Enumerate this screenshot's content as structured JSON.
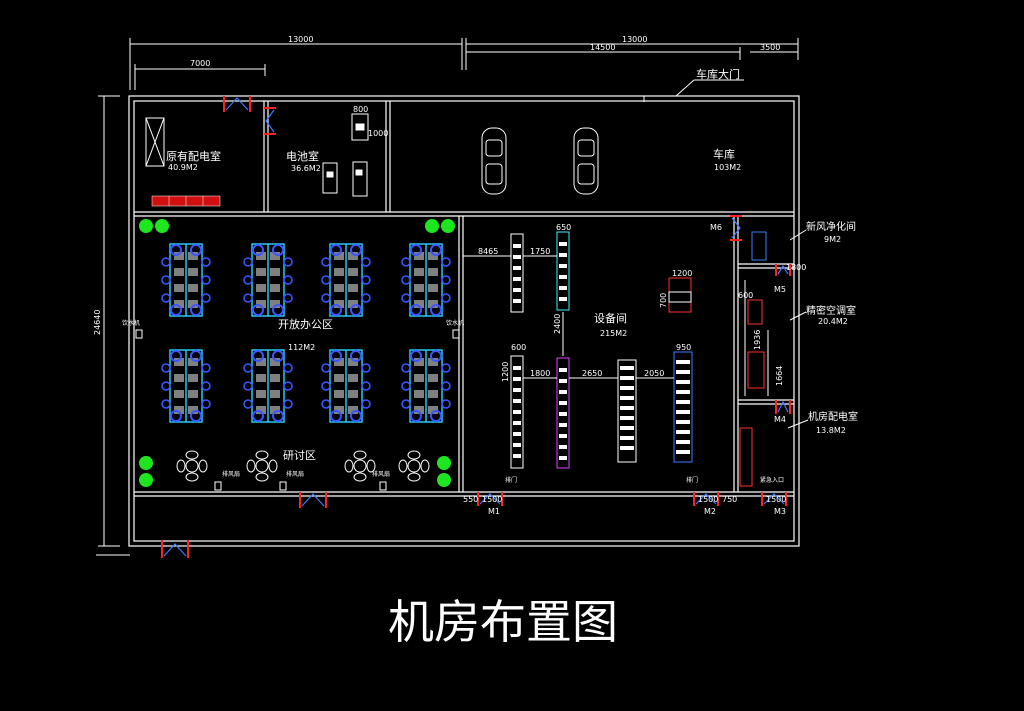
{
  "title": "机房布置图",
  "dims": {
    "top_total_left": "13000",
    "top_total_right": "13000",
    "top_sub_left": "7000",
    "top_sub_mid": "14500",
    "top_sub_right": "3500",
    "left_total": "24640"
  },
  "rooms": {
    "garage_door": "车库大门",
    "garage": "车库",
    "garage_area": "103M2",
    "orig_power": "原有配电室",
    "orig_power_area": "40.9M2",
    "battery": "电池室",
    "battery_area": "36.6M2",
    "office": "开放办公区",
    "office_area": "112M2",
    "discussion": "研讨区",
    "equipment": "设备间",
    "equipment_area": "215M2",
    "fresh_air": "新风净化间",
    "fresh_air_area": "9M2",
    "precision_ac": "精密空调室",
    "precision_ac_area": "20.4M2",
    "machine_power": "机房配电室",
    "machine_power_area": "13.8M2"
  },
  "labels": {
    "water_dispenser": "饮水机",
    "exhaust": "排风扇",
    "door_m1": "M1",
    "door_m2": "M2",
    "door_m3": "M3",
    "door_m4": "M4",
    "door_m5": "M5",
    "door_m6": "M6",
    "exit": "排门",
    "entrance": "紧急入口"
  },
  "measure": {
    "d8465": "8465",
    "d1750": "1750",
    "d650": "650",
    "d2400": "2400",
    "d1800": "1800",
    "d2650": "2650",
    "d2050": "2050",
    "d950": "950",
    "d1200a": "1200",
    "d1200b": "1200",
    "d600a": "600",
    "d600b": "600",
    "d1500a": "1500",
    "d1500b": "1500",
    "d1500c": "1500",
    "d750": "750",
    "d550": "550",
    "d1936": "1936",
    "d1664": "1664",
    "d700": "700",
    "d800": "800",
    "d1000": "1000",
    "d1800b": "1800"
  }
}
